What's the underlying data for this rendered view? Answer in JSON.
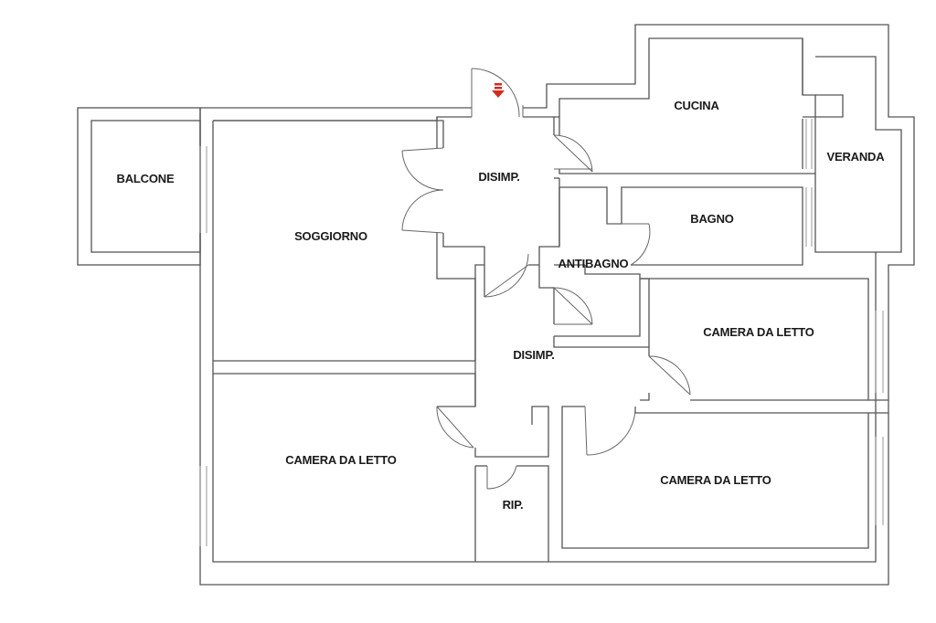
{
  "floorplan": {
    "colors": {
      "wall": "#555555",
      "window": "#9a9a9a",
      "entrance": "#d42a1e",
      "label": "#1a1a1a"
    },
    "entrance_icon": "entrance-arrow-icon",
    "rooms": [
      {
        "id": "balcone",
        "label": "BALCONE"
      },
      {
        "id": "soggiorno",
        "label": "SOGGIORNO"
      },
      {
        "id": "disimp-upper",
        "label": "DISIMP."
      },
      {
        "id": "cucina",
        "label": "CUCINA"
      },
      {
        "id": "veranda",
        "label": "VERANDA"
      },
      {
        "id": "bagno",
        "label": "BAGNO"
      },
      {
        "id": "antibagno",
        "label": "ANTIBAGNO"
      },
      {
        "id": "disimp-lower",
        "label": "DISIMP."
      },
      {
        "id": "camera-1",
        "label": "CAMERA DA LETTO"
      },
      {
        "id": "camera-2",
        "label": "CAMERA DA LETTO"
      },
      {
        "id": "camera-3",
        "label": "CAMERA DA LETTO"
      },
      {
        "id": "rip",
        "label": "RIP."
      }
    ]
  }
}
